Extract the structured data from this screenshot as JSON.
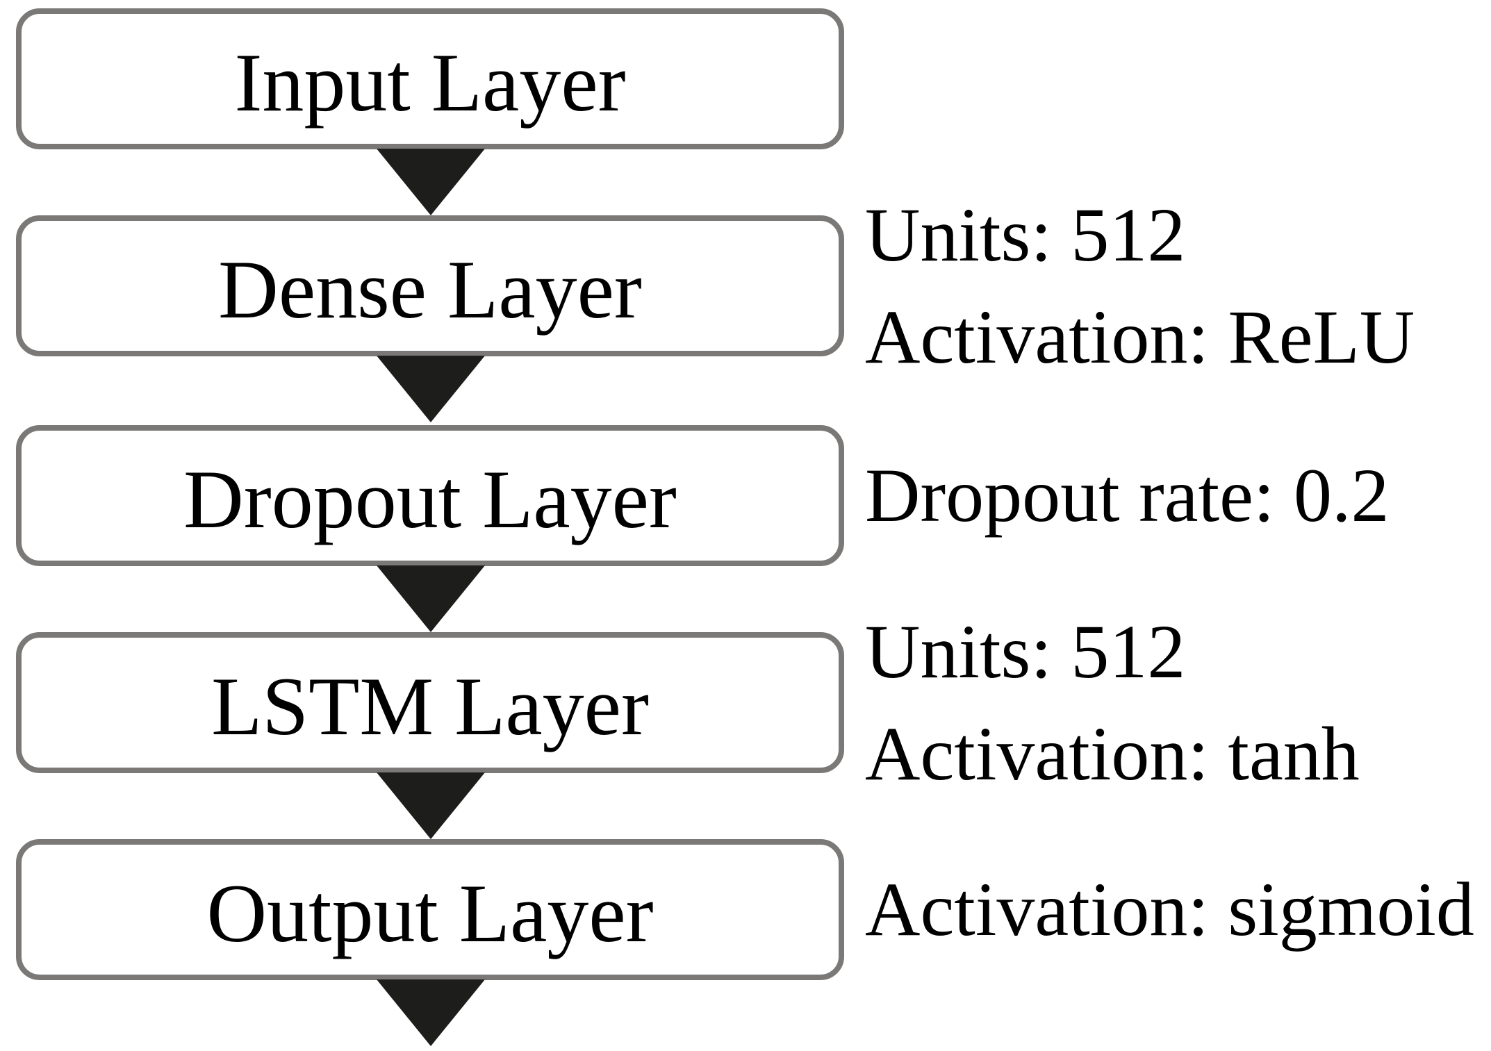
{
  "diagram": {
    "type": "flowchart",
    "flow_direction": "top-to-bottom",
    "arrow_icon": "triangle-down",
    "boxes": [
      {
        "label": "Input Layer",
        "annotations": []
      },
      {
        "label": "Dense Layer",
        "annotations": [
          "Units: 512",
          "Activation: ReLU"
        ]
      },
      {
        "label": "Dropout Layer",
        "annotations": [
          "Dropout rate: 0.2"
        ]
      },
      {
        "label": "LSTM Layer",
        "annotations": [
          "Units: 512",
          "Activation: tanh"
        ]
      },
      {
        "label": "Output Layer",
        "annotations": [
          "Activation: sigmoid"
        ]
      }
    ],
    "colors": {
      "box_border": "#7b7977",
      "box_fill": "#ffffff",
      "arrow": "#1d1d1b",
      "text": "#000000",
      "background": "#ffffff"
    }
  }
}
